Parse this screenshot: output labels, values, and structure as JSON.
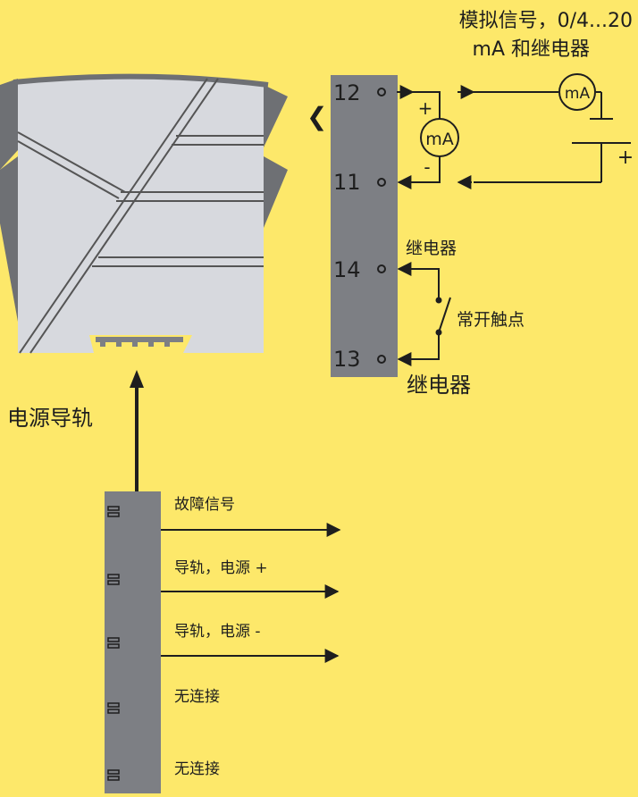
{
  "colors": {
    "background": "#fde86a",
    "module_body": "#d7d9de",
    "terminal_strip": "#7d7f84",
    "ink": "#1e1e1e",
    "side_tabs": "#6e7074"
  },
  "output_title": {
    "line1": "模拟信号，0/4...20",
    "line2": "mA 和继电器"
  },
  "terminals": [
    {
      "number": "12"
    },
    {
      "number": "11"
    },
    {
      "number": "14"
    },
    {
      "number": "13"
    }
  ],
  "meters": {
    "inline": {
      "label": "mA",
      "plus": "+",
      "minus": "-"
    },
    "remote": {
      "label": "mA"
    },
    "supply_plus": "+"
  },
  "relay": {
    "label_top": "继电器",
    "contact_label": "常开触点",
    "label_bottom": "继电器"
  },
  "bracket_icon": "❮",
  "power_rail": {
    "label": "电源导轨",
    "pins": [
      {
        "label": "故障信号"
      },
      {
        "label": "导轨，电源 +"
      },
      {
        "label": "导轨，电源 -"
      },
      {
        "label": "无连接"
      },
      {
        "label": "无连接"
      }
    ]
  }
}
